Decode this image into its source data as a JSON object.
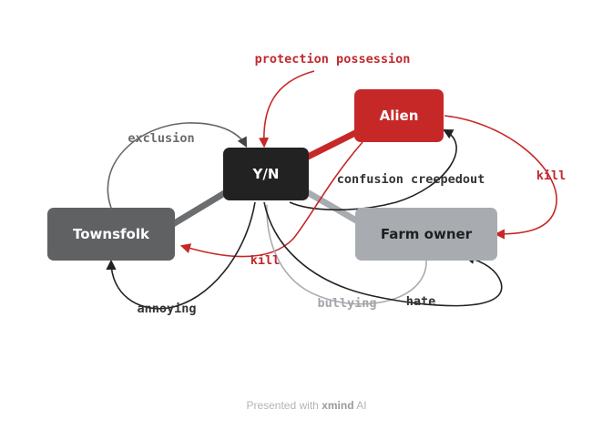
{
  "nodes": {
    "yn": "Y/N",
    "alien": "Alien",
    "townsfolk": "Townsfolk",
    "farm_owner": "Farm owner"
  },
  "edges": {
    "protection_possession": "protection possession",
    "exclusion": "exclusion",
    "confusion_creepedout": "confusion creepedout",
    "kill_right": "kill",
    "kill_left": "kill",
    "annoying": "annoying",
    "bullying": "bullying",
    "hate": "hate"
  },
  "footer": {
    "prefix": "Presented with",
    "brand": "xmind",
    "suffix": "AI"
  },
  "colors": {
    "yn": "#222222",
    "alien": "#c62828",
    "townsfolk": "#5f6163",
    "farm_owner": "#a8acb1",
    "red_text": "#c0282d",
    "dark_text": "#333333",
    "gray_text": "#6a6a6a",
    "light_text": "#a3a6aa"
  }
}
